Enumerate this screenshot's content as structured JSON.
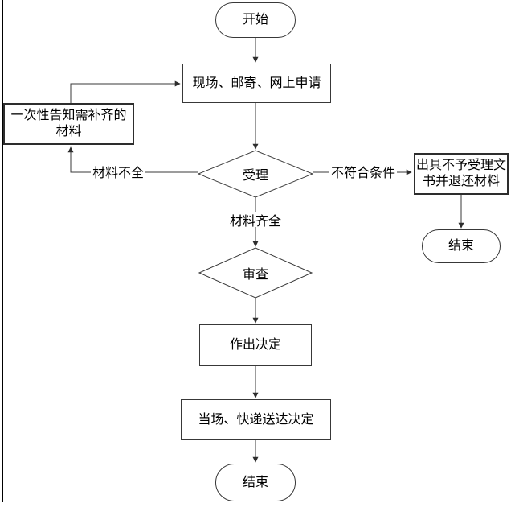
{
  "flowchart": {
    "nodes": {
      "start": {
        "label": "开始",
        "shape": "terminator"
      },
      "apply": {
        "label": "现场、邮寄、网上申请",
        "shape": "process"
      },
      "notify": {
        "label": "一次性告知需补齐的材料",
        "shape": "process"
      },
      "accept": {
        "label": "受理",
        "shape": "decision"
      },
      "reject": {
        "label": "出具不予受理文书并退还材料",
        "shape": "process"
      },
      "end_right": {
        "label": "结束",
        "shape": "terminator"
      },
      "review": {
        "label": "审查",
        "shape": "decision"
      },
      "decide": {
        "label": "作出决定",
        "shape": "process"
      },
      "deliver": {
        "label": "当场、快递送达决定",
        "shape": "process"
      },
      "end_bottom": {
        "label": "结束",
        "shape": "terminator"
      }
    },
    "edge_labels": {
      "incomplete": "材料不全",
      "complete": "材料齐全",
      "not_qualified": "不符合条件"
    },
    "colors": {
      "stroke": "#383838",
      "frame_line": "#000000",
      "fill": "#ffffff",
      "text": "#000000"
    }
  }
}
